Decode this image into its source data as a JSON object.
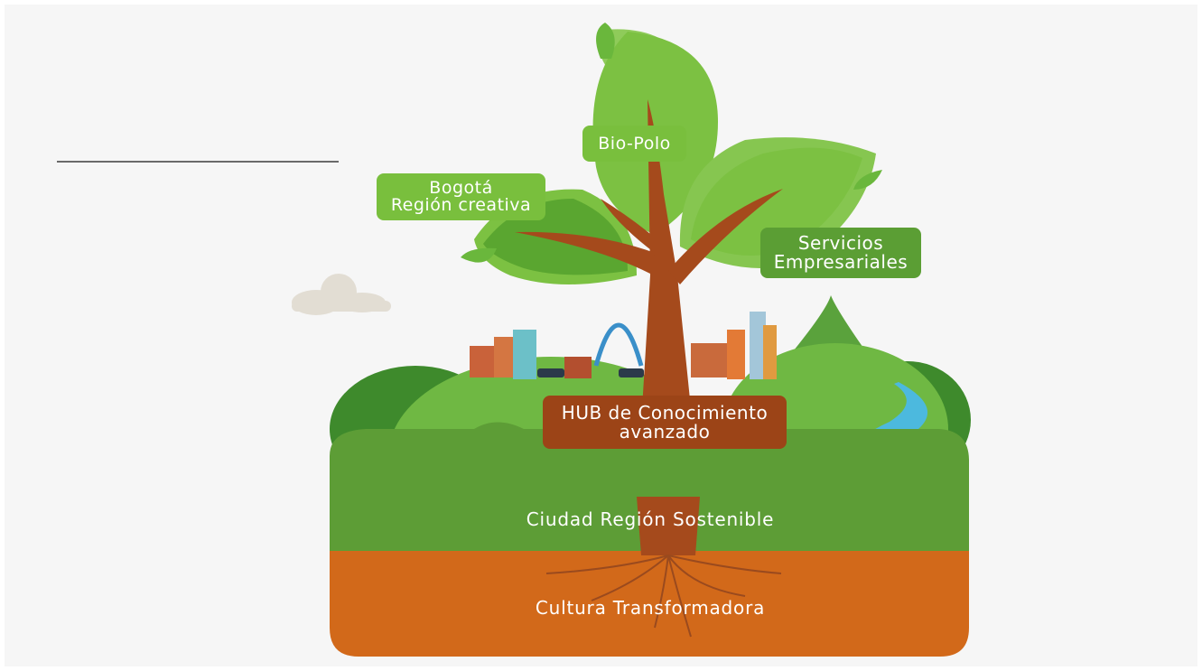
{
  "labels": {
    "biopolo": "Bio-Polo",
    "bogota": "Bogotá\nRegión creativa",
    "servicios": "Servicios\nEmpresariales",
    "hub": "HUB de Conocimiento\navanzado"
  },
  "bands": {
    "ciudad": "Ciudad Región Sostenible",
    "cultura": "Cultura Transformadora"
  },
  "colors": {
    "leaf_light": "#7cc142",
    "leaf_dark": "#5aa630",
    "trunk": "#a54a1c",
    "soil": "#d2691a",
    "grass": "#5d9d36",
    "river": "#4cb9de"
  }
}
